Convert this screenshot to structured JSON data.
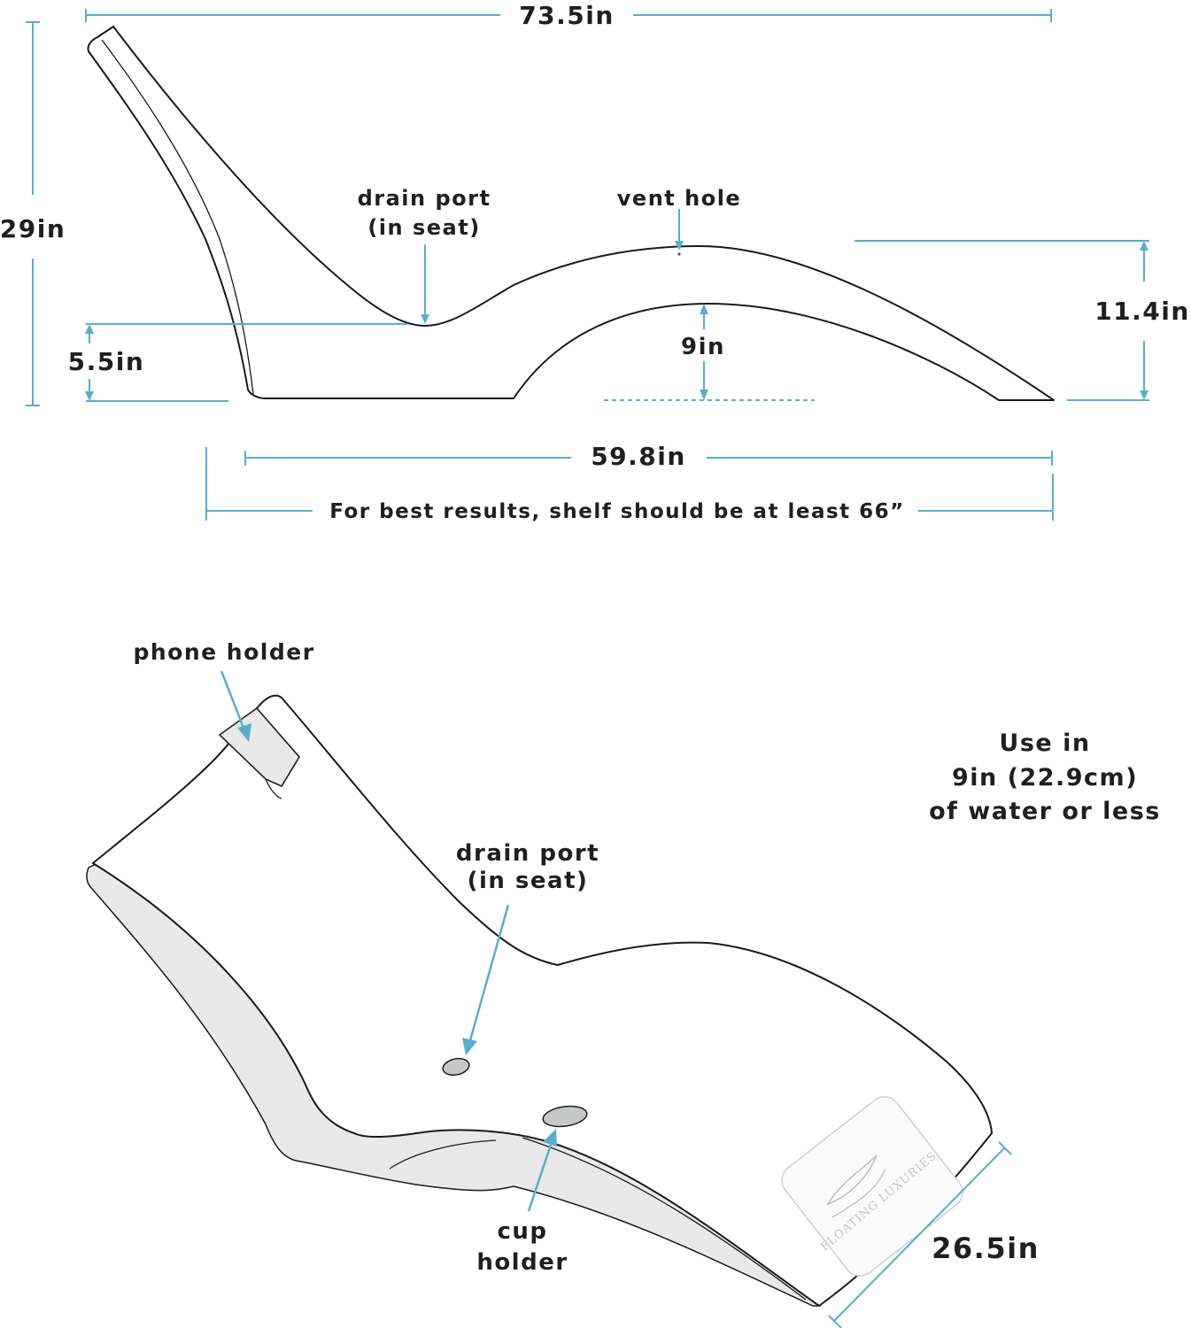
{
  "dimensions": {
    "overall_length": "73.5in",
    "overall_height": "29in",
    "seat_height": "5.5in",
    "base_length": "59.8in",
    "leg_height": "11.4in",
    "arch_clearance": "9in",
    "width": "26.5in"
  },
  "side_view": {
    "drain_port_line1": "drain port",
    "drain_port_line2": "(in seat)",
    "vent_hole": "vent hole",
    "shelf_note": "For best results, shelf should be at least 66”"
  },
  "top_view": {
    "phone_holder": "phone holder",
    "drain_port_line1": "drain port",
    "drain_port_line2": "(in seat)",
    "cup_holder_line1": "cup",
    "cup_holder_line2": "holder",
    "usage_line1": "Use in",
    "usage_line2": "9in (22.9cm)",
    "usage_line3": "of water or less",
    "logo_text": "FLOATING LUXURIES"
  },
  "colors": {
    "dimension_lines": "#5aaecb",
    "outline": "#1a1a1a",
    "text": "#1f1f1f"
  }
}
